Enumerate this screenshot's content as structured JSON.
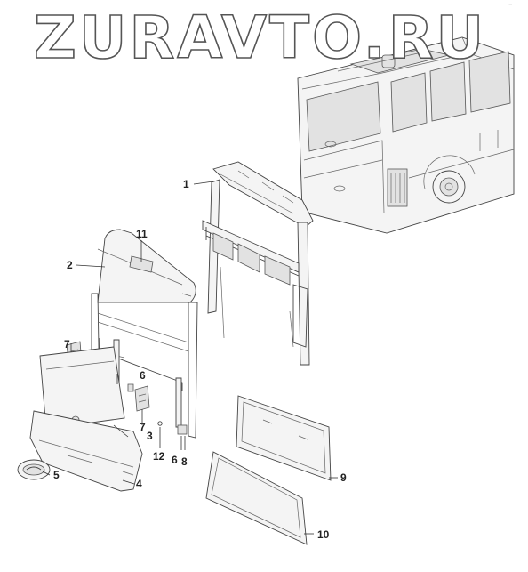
{
  "watermark": {
    "text": "ZURAVTO.RU"
  },
  "corner_mark": "–",
  "callouts": {
    "c1": "1",
    "c2": "2",
    "c3": "3",
    "c4": "4",
    "c5": "5",
    "c6a": "6",
    "c6b": "6",
    "c7a": "7",
    "c7b": "7",
    "c8": "8",
    "c9": "9",
    "c10": "10",
    "c11": "11",
    "c12": "12"
  }
}
